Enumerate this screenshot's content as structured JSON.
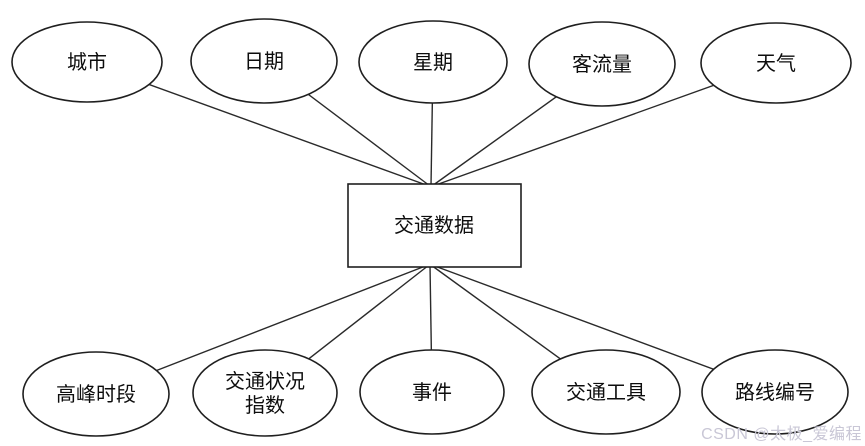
{
  "diagram": {
    "type": "entity-attribute-diagram",
    "center_entity": {
      "label": "交通数据"
    },
    "top_attributes": [
      {
        "label": "城市"
      },
      {
        "label": "日期"
      },
      {
        "label": "星期"
      },
      {
        "label": "客流量"
      },
      {
        "label": "天气"
      }
    ],
    "bottom_attributes": [
      {
        "label": "高峰时段"
      },
      {
        "label_line1": "交通状况",
        "label_line2": "指数"
      },
      {
        "label": "事件"
      },
      {
        "label": "交通工具"
      },
      {
        "label": "路线编号"
      }
    ],
    "colors": {
      "shape_stroke": "#1f1f1f",
      "shape_fill": "#ffffff",
      "text": "#0d0d0d",
      "background": "#ffffff"
    }
  },
  "watermark": {
    "text": "CSDN @太极_爱编程",
    "color": "#c9c7d6"
  }
}
